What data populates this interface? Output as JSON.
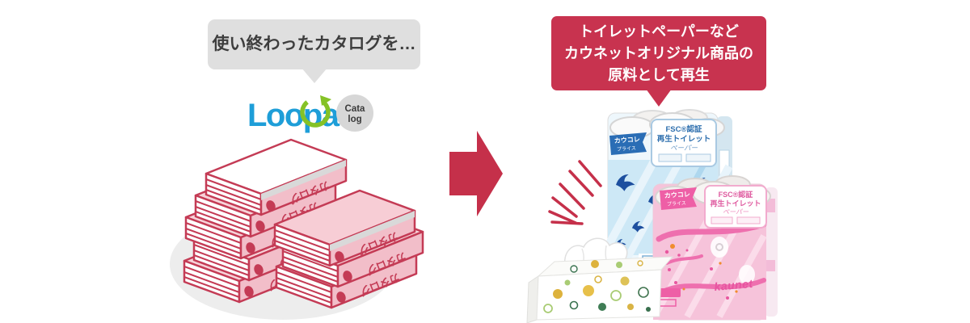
{
  "left_section": {
    "bubble_text": "使い終わったカタログを…",
    "logo": {
      "wordmark": "Loopa",
      "badge_top": "Cata",
      "badge_bottom": "log"
    },
    "book_spine_text": "カタログ"
  },
  "right_section": {
    "bubble_lines": {
      "line1": "トイレットペーパーなど",
      "line2": "カウネットオリジナル商品の",
      "line3": "原料として再生"
    },
    "blue_pack": {
      "brand": "カウコレ",
      "brand_sub": "プライス",
      "label_line1": "FSC®認証",
      "label_line2": "再生トイレット",
      "label_line3": "ペーパー"
    },
    "pink_pack": {
      "brand": "カウコレ",
      "brand_sub": "プライス",
      "label_line1": "FSC®認証",
      "label_line2": "再生トイレット",
      "label_line3": "ペーパー",
      "maker_script": "kaunet"
    }
  },
  "colors": {
    "accent_red": "#c8334f",
    "book_outline_red": "#c43b55",
    "bubble_gray": "#dfdfdf",
    "logo_blue": "#1e9ed8",
    "logo_green": "#85c226",
    "pack_blue": "#cde8f6",
    "pack_pink": "#f6c3da",
    "deep_pink": "#ee6fae",
    "bird_blue": "#1d4f9f"
  }
}
